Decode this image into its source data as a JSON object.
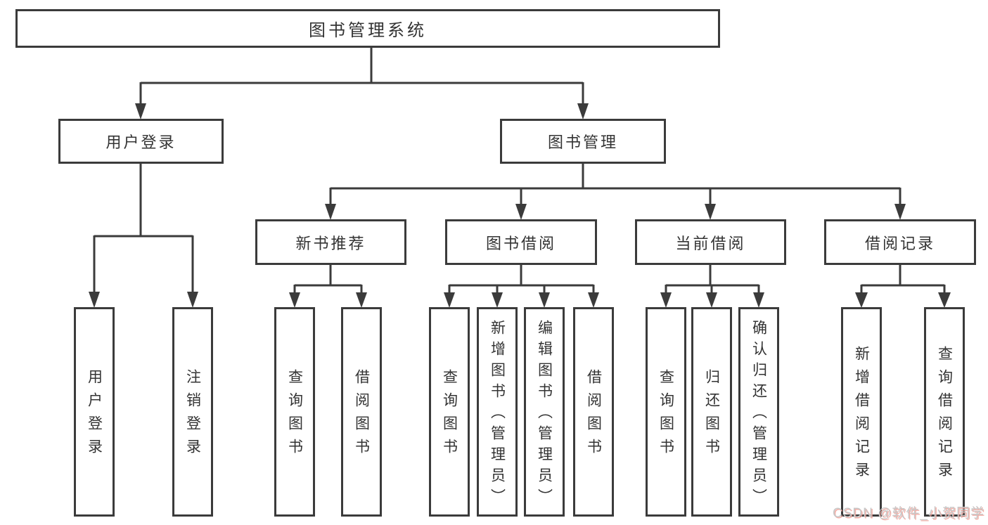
{
  "diagram": {
    "root": {
      "label": "图书管理系统"
    },
    "level1": [
      {
        "label": "用户登录",
        "children": [
          {
            "label": "用户登录"
          },
          {
            "label": "注销登录"
          }
        ]
      },
      {
        "label": "图书管理",
        "children": [
          {
            "label": "新书推荐",
            "children": [
              {
                "label": "查询图书"
              },
              {
                "label": "借阅图书"
              }
            ]
          },
          {
            "label": "图书借阅",
            "children": [
              {
                "label": "查询图书"
              },
              {
                "label": "新增图书（管理员）"
              },
              {
                "label": "编辑图书（管理员）"
              },
              {
                "label": "借阅图书"
              }
            ]
          },
          {
            "label": "当前借阅",
            "children": [
              {
                "label": "查询图书"
              },
              {
                "label": "归还图书"
              },
              {
                "label": "确认归还（管理员）"
              }
            ]
          },
          {
            "label": "借阅记录",
            "children": [
              {
                "label": "新增借阅记录"
              },
              {
                "label": "查询借阅记录"
              }
            ]
          }
        ]
      }
    ]
  },
  "watermark": {
    "text": "CSDN @软件_小贺同学"
  },
  "colors": {
    "line": "#3b3b3b",
    "box_border": "#3b3b3b",
    "text": "#333333",
    "watermark": "#c8c8c8",
    "background": "#ffffff"
  }
}
